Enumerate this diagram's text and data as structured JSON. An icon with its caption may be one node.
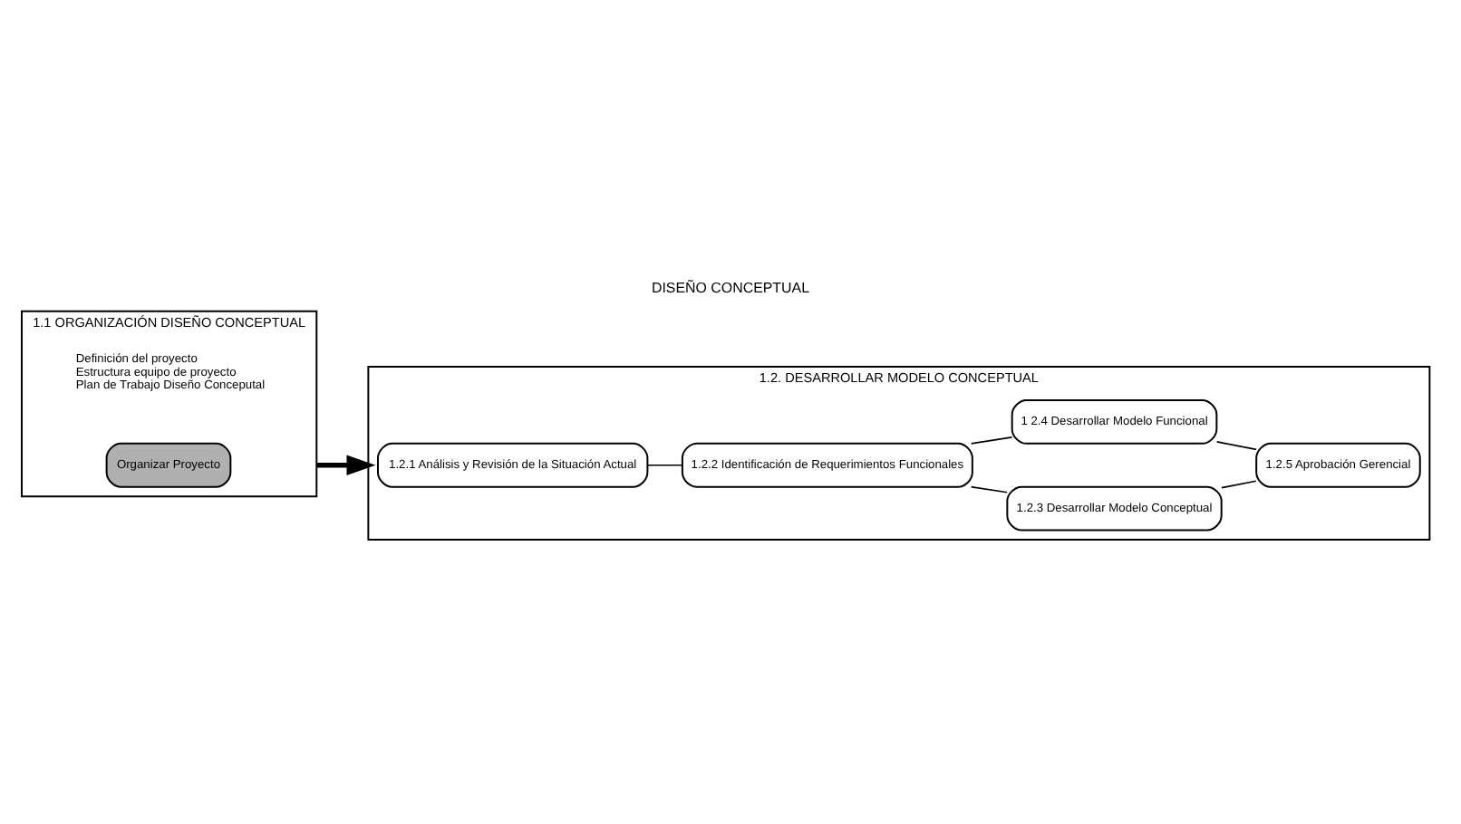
{
  "diagram": {
    "title": "DISEÑO CONCEPTUAL",
    "nodes": [
      {
        "text": [
          "1.1 ORGANIZACIÓN DISEÑO CONCEPTUAL",
          "Definición del proyecto",
          "Estructura equipo de proyecto",
          "Plan de Trabajo Diseño Conceputal"
        ]
      },
      {
        "text": [
          "Organizar Proyecto"
        ],
        "in": 0
      },
      {
        "text": [
          "1.2. DESARROLLAR MODELO CONCEPTUAL"
        ]
      },
      {
        "text": [
          "1.2.1 Análisis y Revisión de la Situación Actual"
        ],
        "in": 2
      },
      {
        "text": [
          "1.2.2 Identificación de Requerimientos Funcionales"
        ],
        "in": 2
      },
      {
        "text": [
          "1.2.3 Desarrollar Modelo Conceptual"
        ],
        "in": 2
      },
      {
        "text": [
          "1 2.4 Desarrollar Modelo Funcional"
        ],
        "in": 2
      },
      {
        "text": [
          "1.2.5 Aprobación Gerencial"
        ],
        "in": 2
      }
    ],
    "edges": [
      {
        "from": 0,
        "to": 2,
        "arrow": "to",
        "style": "thick"
      },
      {
        "from": 3,
        "to": 4,
        "arrow": "none"
      },
      {
        "from": 4,
        "to": 5,
        "arrow": "none"
      },
      {
        "from": 4,
        "to": 6,
        "arrow": "none"
      },
      {
        "from": 5,
        "to": 7,
        "arrow": "none"
      },
      {
        "from": 6,
        "to": 7,
        "arrow": "none"
      }
    ]
  }
}
